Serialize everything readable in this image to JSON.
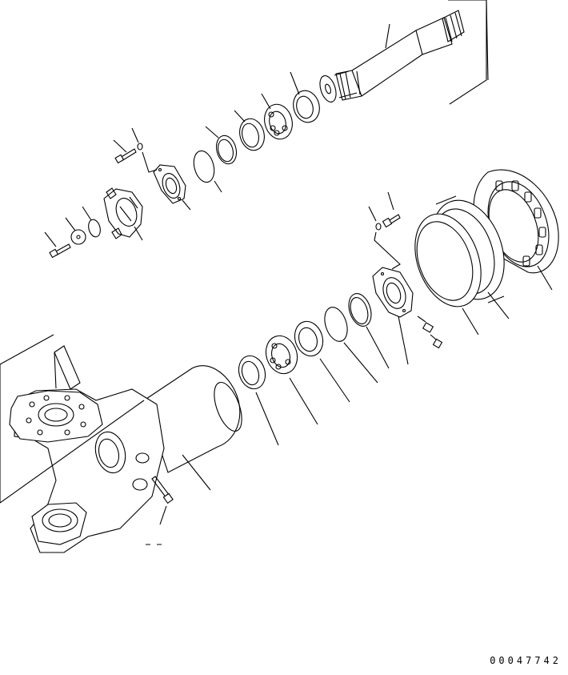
{
  "diagram": {
    "type": "exploded-parts-view",
    "drawing_code": "00047742",
    "parts": [
      "axle-shaft",
      "ball-bearing-outer",
      "bearing-cup-outer",
      "seal-ring-outer",
      "snap-ring-outer",
      "o-ring-outer",
      "bearing-cage-outer",
      "bolt-upper-left",
      "washer-upper-left",
      "yoke-flange",
      "o-ring-small",
      "plate-washer",
      "bolt-small",
      "ring-gear",
      "bearing-cup-large",
      "seal-large",
      "bolt-upper-right",
      "washer-upper-right",
      "bearing-cage-inner",
      "plug",
      "nipple",
      "snap-ring-inner",
      "o-ring-inner",
      "seal-ring-inner",
      "bearing-inner",
      "bearing-cup-inner",
      "axle-housing",
      "grease-fitting"
    ]
  }
}
